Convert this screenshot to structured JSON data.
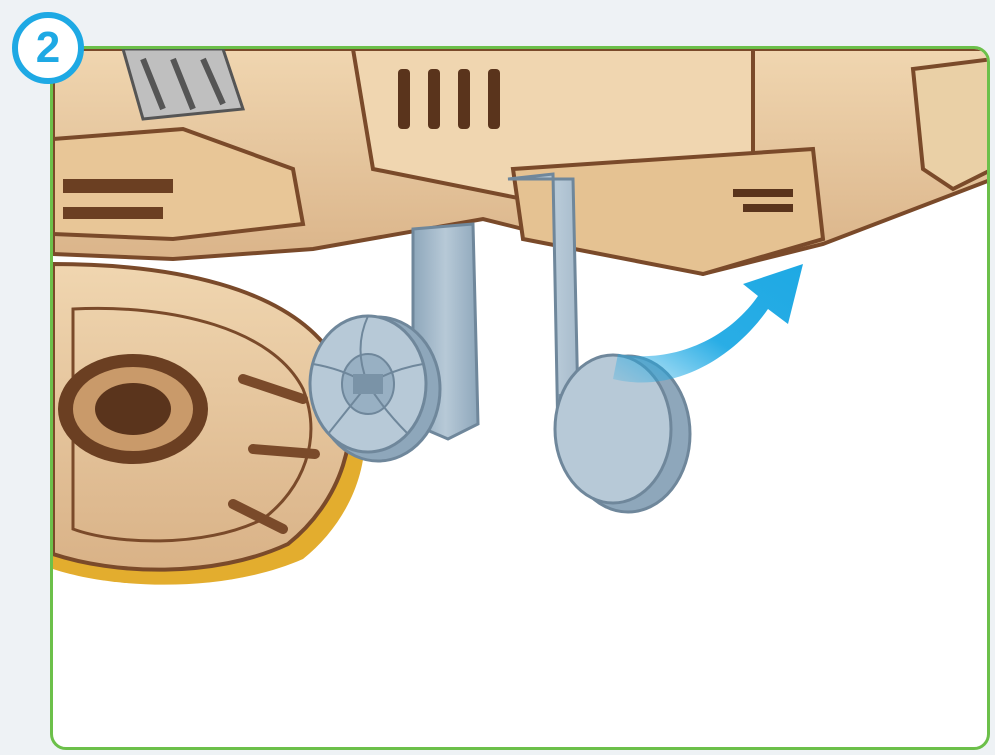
{
  "step": {
    "number": "2"
  },
  "colors": {
    "frame_border": "#6cc04a",
    "badge_blue": "#1ea9e4",
    "arrow_blue": "#1ea9e4",
    "wood_light": "#e9c9a0",
    "wood_edge": "#7a4a2a",
    "plastic_part": "#9fb6c8",
    "yellow_band": "#e3ad2e"
  },
  "parts": [
    {
      "name": "wooden-chassis",
      "material": "wood"
    },
    {
      "name": "wooden-gear-wheel",
      "material": "wood"
    },
    {
      "name": "inner-plastic-wheel",
      "material": "plastic"
    },
    {
      "name": "outer-plastic-wheel",
      "material": "plastic"
    },
    {
      "name": "plastic-bracket-left",
      "material": "plastic"
    },
    {
      "name": "plastic-bracket-right",
      "material": "plastic"
    }
  ],
  "action": {
    "arrow_direction": "up-right",
    "meaning": "rotate-part"
  }
}
